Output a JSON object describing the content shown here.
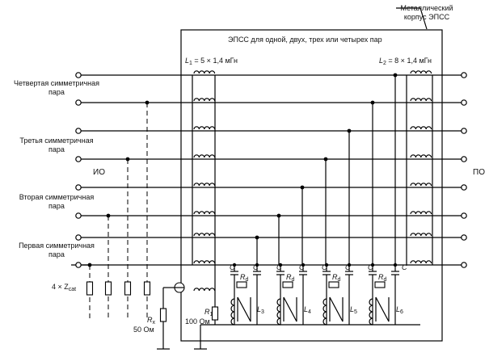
{
  "enclosure": {
    "label_line1": "Металлический",
    "label_line2": "корпус ЭПСС",
    "title": "ЭПСС для одной, двух, трех или четырех пар"
  },
  "coils": {
    "l1_label": "L",
    "l1_sub": "1",
    "l1_value": " = 5 × 1,4 мГн",
    "l2_label": "L",
    "l2_sub": "2",
    "l2_value": " = 8 × 1,4 мГн"
  },
  "pairs": [
    {
      "line1": "Четвертая симметричная",
      "line2": "пара"
    },
    {
      "line1": "Третья симметричная",
      "line2": "пара"
    },
    {
      "line1": "Вторая симметричная",
      "line2": "пара"
    },
    {
      "line1": "Первая симметричная",
      "line2": "пара"
    }
  ],
  "sides": {
    "left": "ИО",
    "right": "ПО"
  },
  "cat_load": {
    "prefix": "4 × Z",
    "sub": "cat"
  },
  "rx": {
    "label": "R",
    "sub": "x",
    "value": "50 Ом"
  },
  "r1": {
    "label": "R",
    "sub": "1",
    "value": "100 Ом"
  },
  "stages": [
    {
      "c": "C",
      "rd": "R",
      "rd_sub": "d",
      "l": "L",
      "l_sub": "3"
    },
    {
      "c": "C",
      "rd": "R",
      "rd_sub": "d",
      "l": "L",
      "l_sub": "4"
    },
    {
      "c": "C",
      "rd": "R",
      "rd_sub": "d",
      "l": "L",
      "l_sub": "5"
    },
    {
      "c": "C",
      "rd": "R",
      "rd_sub": "d",
      "l": "L",
      "l_sub": "6"
    }
  ]
}
